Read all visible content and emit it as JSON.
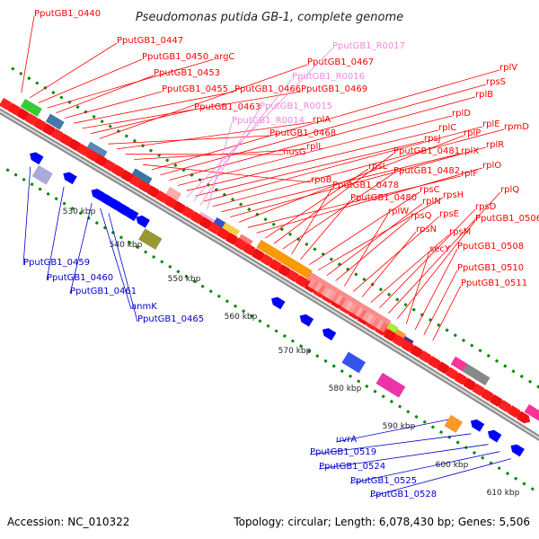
{
  "title": "Pseudomonas putida GB-1, complete genome",
  "footer": {
    "accession": "Accession: NC_010322",
    "summary": "Topology: circular; Length: 6,078,430 bp; Genes: 5,506"
  },
  "colors": {
    "forward_label": "#ff0000",
    "reverse_label": "#0000cc",
    "rna_label": "#ee88dd",
    "cds_forward": "#ff0000",
    "cds_reverse": "#0000ff",
    "backbone": "#999999",
    "tick": "#008800"
  },
  "ticks": [
    {
      "kbp": 530,
      "label": "530 kbp"
    },
    {
      "kbp": 540,
      "label": "540 kbp"
    },
    {
      "kbp": 550,
      "label": "550 kbp"
    },
    {
      "kbp": 560,
      "label": "560 kbp"
    },
    {
      "kbp": 570,
      "label": "570 kbp"
    },
    {
      "kbp": 580,
      "label": "580 kbp"
    },
    {
      "kbp": 590,
      "label": "590 kbp"
    },
    {
      "kbp": 600,
      "label": "600 kbp"
    },
    {
      "kbp": 610,
      "label": "610 kbp"
    }
  ],
  "forward_labels": [
    "PputGB1_0440",
    "PputGB1_0447",
    "PputGB1_0450",
    "argC",
    "PputGB1_0453",
    "PputGB1_0455",
    "PputGB1_0466",
    "PputGB1_0469",
    "PputGB1_0463",
    "PputGB1_0467",
    "PputGB1_0468",
    "rplA",
    "nusG",
    "rplL",
    "rpoB",
    "rplV",
    "rpsS",
    "rplB",
    "rplD",
    "rplC",
    "rpsJ",
    "rplE",
    "rpmD",
    "rplX",
    "rplR",
    "rplP",
    "rplF",
    "rplO",
    "rpsL",
    "PputGB1_0481",
    "PputGB1_0482",
    "PputGB1_0478",
    "PputGB1_0480",
    "rpsC",
    "rpsH",
    "rplN",
    "rpsQ",
    "rplW",
    "rpsE",
    "rpsN",
    "rpsM",
    "rpsD",
    "rplQ",
    "PputGB1_0506",
    "secY",
    "PputGB1_0508",
    "PputGB1_0510",
    "PputGB1_0511"
  ],
  "rna_labels": [
    "PputGB1_R0017",
    "PputGB1_R0016",
    "PputGB1_R0015",
    "PputGB1_R0014"
  ],
  "reverse_labels": [
    "PputGB1_0459",
    "PputGB1_0460",
    "PputGB1_0461",
    "anmK",
    "PputGB1_0465",
    "uvrA",
    "PputGB1_0519",
    "PputGB1_0524",
    "PputGB1_0525",
    "PputGB1_0528"
  ]
}
